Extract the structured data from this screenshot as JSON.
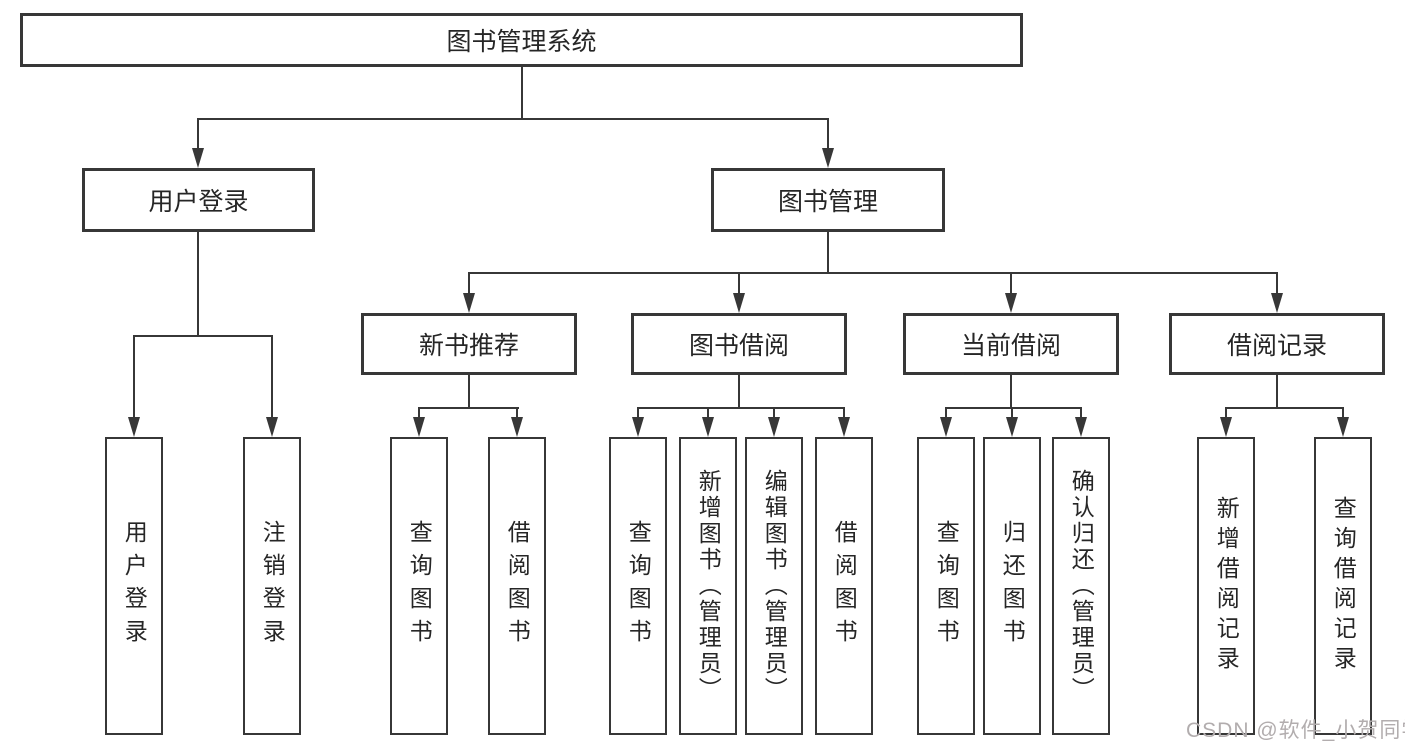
{
  "colors": {
    "background": "#ffffff",
    "line": "#373737",
    "text": "#262626",
    "watermark_text": "#b2adae"
  },
  "tree": {
    "root": {
      "label": "图书管理系统",
      "children": [
        {
          "label": "用户登录",
          "children": [
            {
              "label": "用户登录"
            },
            {
              "label": "注销登录"
            }
          ]
        },
        {
          "label": "图书管理",
          "children": [
            {
              "label": "新书推荐",
              "children": [
                {
                  "label": "查询图书"
                },
                {
                  "label": "借阅图书"
                }
              ]
            },
            {
              "label": "图书借阅",
              "children": [
                {
                  "label": "查询图书"
                },
                {
                  "label": "新增图书（管理员）"
                },
                {
                  "label": "编辑图书（管理员）"
                },
                {
                  "label": "借阅图书"
                }
              ]
            },
            {
              "label": "当前借阅",
              "children": [
                {
                  "label": "查询图书"
                },
                {
                  "label": "归还图书"
                },
                {
                  "label": "确认归还（管理员）"
                }
              ]
            },
            {
              "label": "借阅记录",
              "children": [
                {
                  "label": "新增借阅记录"
                },
                {
                  "label": "查询借阅记录"
                }
              ]
            }
          ]
        }
      ]
    }
  },
  "watermark": {
    "text": "CSDN @软件_小贺同学"
  }
}
